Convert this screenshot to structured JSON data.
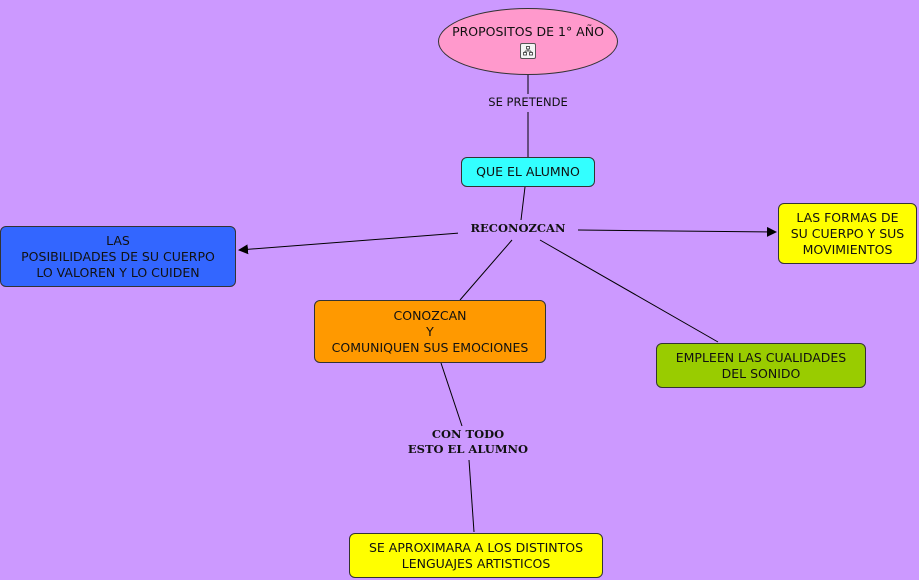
{
  "nodes": {
    "root": "PROPOSITOS DE 1° AÑO",
    "alumno": "QUE EL ALUMNO",
    "posibilidades": "LAS\nPOSIBILIDADES DE SU CUERPO\nLO VALOREN Y LO CUIDEN",
    "formas": "LAS FORMAS DE\nSU CUERPO Y SUS\nMOVIMIENTOS",
    "conozcan": "CONOZCAN\nY\nCOMUNIQUEN SUS EMOCIONES",
    "empleen": "EMPLEEN LAS CUALIDADES\nDEL SONIDO",
    "aproximara": "SE APROXIMARA A LOS DISTINTOS\nLENGUAJES ARTISTICOS"
  },
  "linking_phrases": {
    "se_pretende": "SE PRETENDE",
    "reconozcan": "RECONOZCAN",
    "con_todo": "CON TODO\nESTO EL ALUMNO"
  },
  "icons": {
    "root_attachment": "concept-map-icon"
  },
  "colors": {
    "background": "#cc99ff",
    "root": "#ff99cc",
    "alumno": "#33ffff",
    "posibilidades": "#3366ff",
    "formas": "#ffff00",
    "conozcan": "#ff9900",
    "empleen": "#99cc00",
    "aproximara": "#ffff00"
  }
}
